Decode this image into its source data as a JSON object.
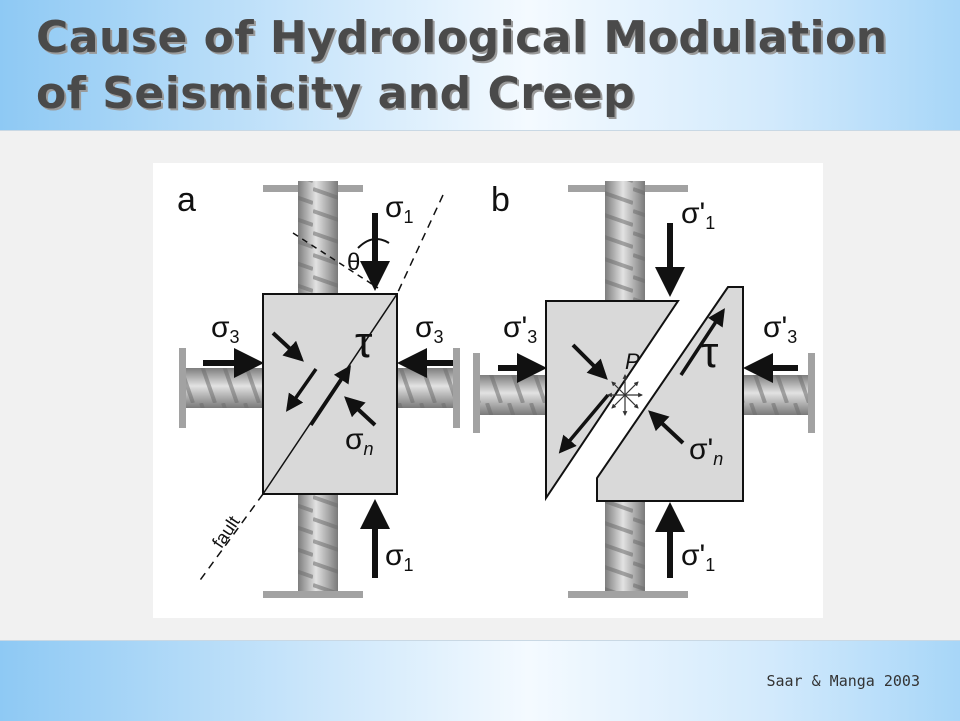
{
  "slide": {
    "title": "Cause of Hydrological Modulation of Seismicity and Creep",
    "citation": "Saar & Manga 2003"
  },
  "figure": {
    "panel_a": {
      "panel_label": "a",
      "sigma1_top": {
        "base": "σ",
        "sub": "1"
      },
      "sigma1_bottom": {
        "base": "σ",
        "sub": "1"
      },
      "sigma3_left": {
        "base": "σ",
        "sub": "3"
      },
      "sigma3_right": {
        "base": "σ",
        "sub": "3"
      },
      "tau": "τ",
      "sigma_n": {
        "base": "σ",
        "sub": "n"
      },
      "theta": "θ",
      "fault_label": "fault"
    },
    "panel_b": {
      "panel_label": "b",
      "sigma1_top": {
        "base": "σ",
        "prime": "'",
        "sub": "1"
      },
      "sigma1_bottom": {
        "base": "σ",
        "prime": "'",
        "sub": "1"
      },
      "sigma3_left": {
        "base": "σ",
        "prime": "'",
        "sub": "3"
      },
      "sigma3_right": {
        "base": "σ",
        "prime": "'",
        "sub": "3"
      },
      "tau": "τ",
      "sigma_n": {
        "base": "σ",
        "prime": "'",
        "sub": "n"
      },
      "pressure": "P"
    },
    "colors": {
      "block_fill": "#d9d9d9",
      "screw": "#a9a9a9",
      "ink": "#111111"
    }
  }
}
